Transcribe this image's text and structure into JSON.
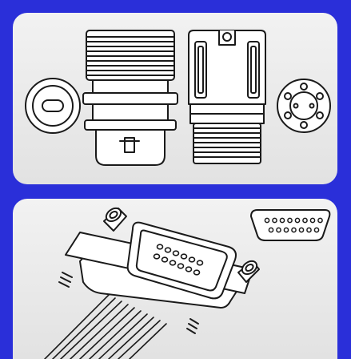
{
  "colors": {
    "background": "#2a2fd9",
    "panel": "#ebebeb",
    "stroke": "#1a1a1a",
    "fill": "#ffffff"
  },
  "panels": [
    {
      "name": "circular-connector",
      "icons": [
        "connector-front-face-icon",
        "male-threaded-plug-icon",
        "female-receptacle-icon",
        "pin-face-icon"
      ]
    },
    {
      "name": "d-sub-connector",
      "icons": [
        "d-sub-plug-with-cable-icon",
        "db15-pin-face-icon"
      ],
      "pin_rows": [
        8,
        7
      ]
    }
  ]
}
